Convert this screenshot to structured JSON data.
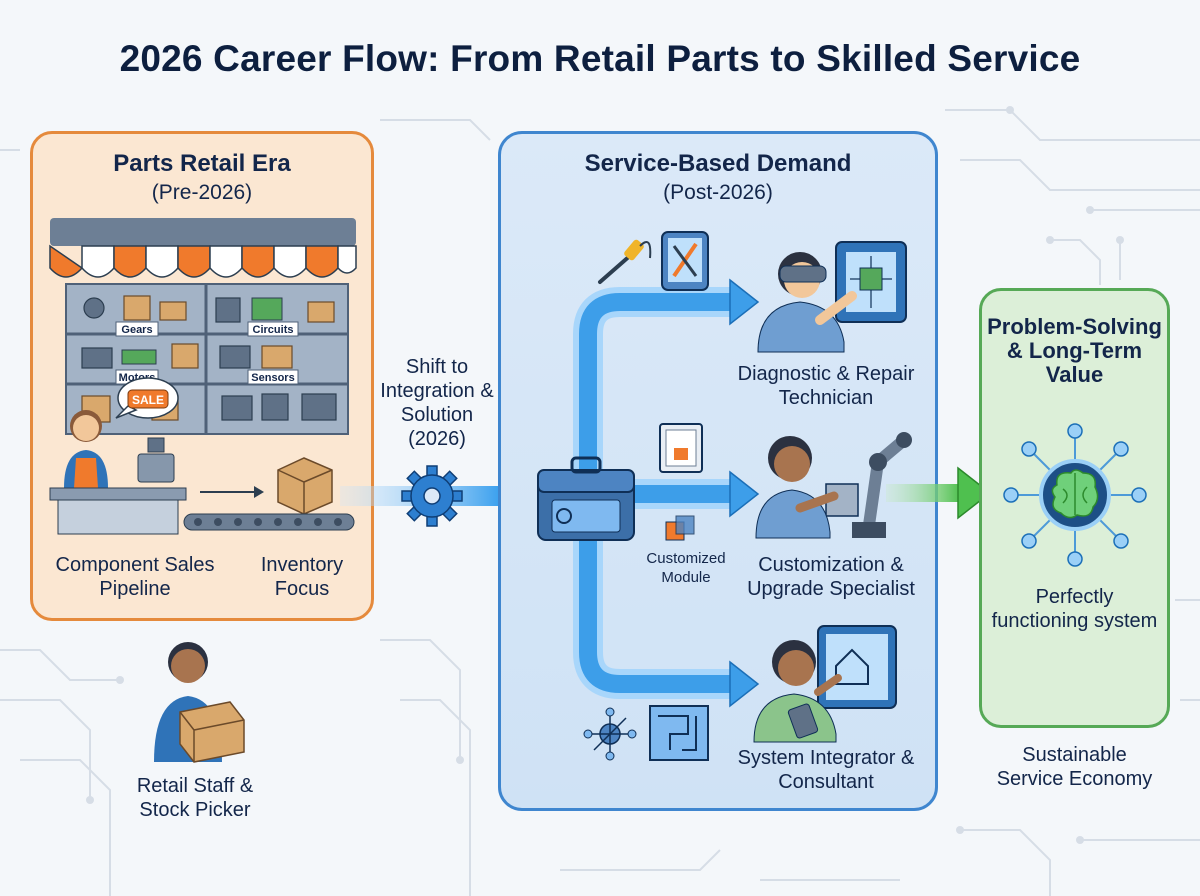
{
  "title": "2026 Career Flow: From Retail Parts to Skilled Service",
  "retail": {
    "heading": "Parts Retail Era",
    "subheading": "(Pre-2026)",
    "shelf_labels": [
      "Gears",
      "Circuits",
      "Motors",
      "Sensors"
    ],
    "sale_tag": "SALE",
    "pipeline_label": "Component Sales Pipeline",
    "inventory_label": "Inventory Focus"
  },
  "staff_label": "Retail Staff & Stock Picker",
  "shift_label": "Shift to Integration & Solution (2026)",
  "service": {
    "heading": "Service-Based Demand",
    "subheading": "(Post-2026)",
    "roles": [
      {
        "label": "Diagnostic & Repair Technician"
      },
      {
        "label": "Customization & Upgrade Specialist"
      },
      {
        "label": "System Integrator & Consultant"
      }
    ],
    "module_label": "Customized Module"
  },
  "value": {
    "heading": "Problem-Solving & Long-Term Value",
    "result_label": "Perfectly functioning system"
  },
  "economy_label": "Sustainable Service Economy",
  "colors": {
    "title": "#0d1f3f",
    "retail_border": "#e58a3c",
    "retail_fill": "#fbe7d2",
    "service_border": "#3f86cf",
    "service_fill": "#d4e5f6",
    "value_border": "#56a956",
    "value_fill": "#dcefd8",
    "arrow_blue": "#3aa0ee",
    "arrow_green": "#4fc04f"
  }
}
